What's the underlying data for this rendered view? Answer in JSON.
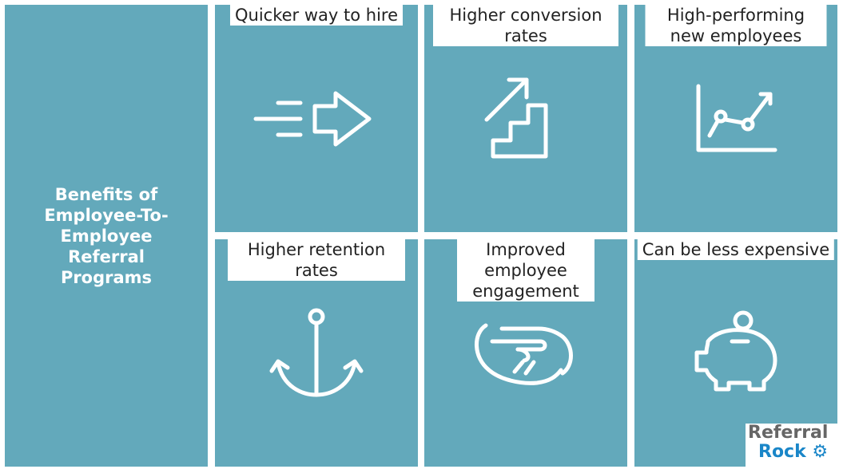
{
  "title": "Benefits of Employee-To-Employee Referral Programs",
  "benefits": [
    {
      "label": "Quicker way to hire",
      "icon": "fast-arrow-icon"
    },
    {
      "label": "Higher conversion rates",
      "icon": "stairs-up-icon"
    },
    {
      "label": "High-performing new employees",
      "icon": "line-chart-icon"
    },
    {
      "label": "Higher retention rates",
      "icon": "anchor-icon"
    },
    {
      "label": "Improved employee engagement",
      "icon": "handshake-icon"
    },
    {
      "label": "Can be less expensive",
      "icon": "piggy-bank-icon"
    }
  ],
  "logo": {
    "line1": "Referral",
    "line2": "Rock"
  },
  "colors": {
    "panel": "#63a9bb",
    "logo_blue": "#1a86c8"
  }
}
